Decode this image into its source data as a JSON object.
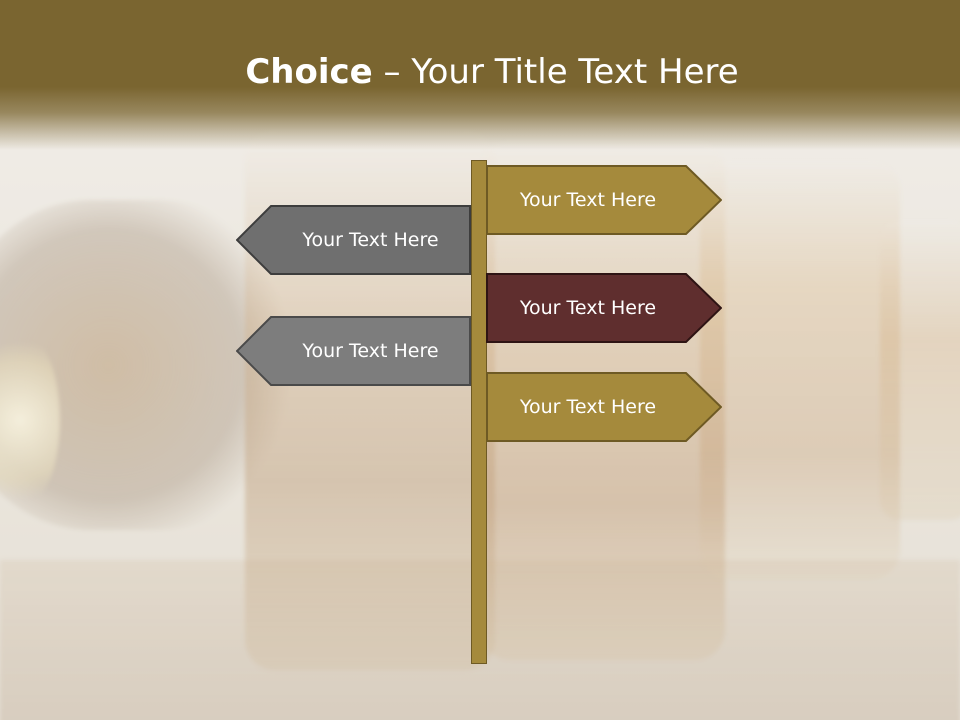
{
  "slide": {
    "title_bold": "Choice",
    "title_rest": " – Your Title Text Here"
  },
  "signs": {
    "right_top": {
      "label": "Your Text Here",
      "color": "#a58a3c"
    },
    "left_top": {
      "label": "Your Text Here",
      "color": "#6f6f6f"
    },
    "right_middle": {
      "label": "Your Text Here",
      "color": "#5f2e2e"
    },
    "left_bottom": {
      "label": "Your Text Here",
      "color": "#7d7d7d"
    },
    "right_bottom": {
      "label": "Your Text Here",
      "color": "#a58a3c"
    }
  },
  "colors": {
    "title_band": "#7a6530",
    "pole": "#a58a3c"
  }
}
